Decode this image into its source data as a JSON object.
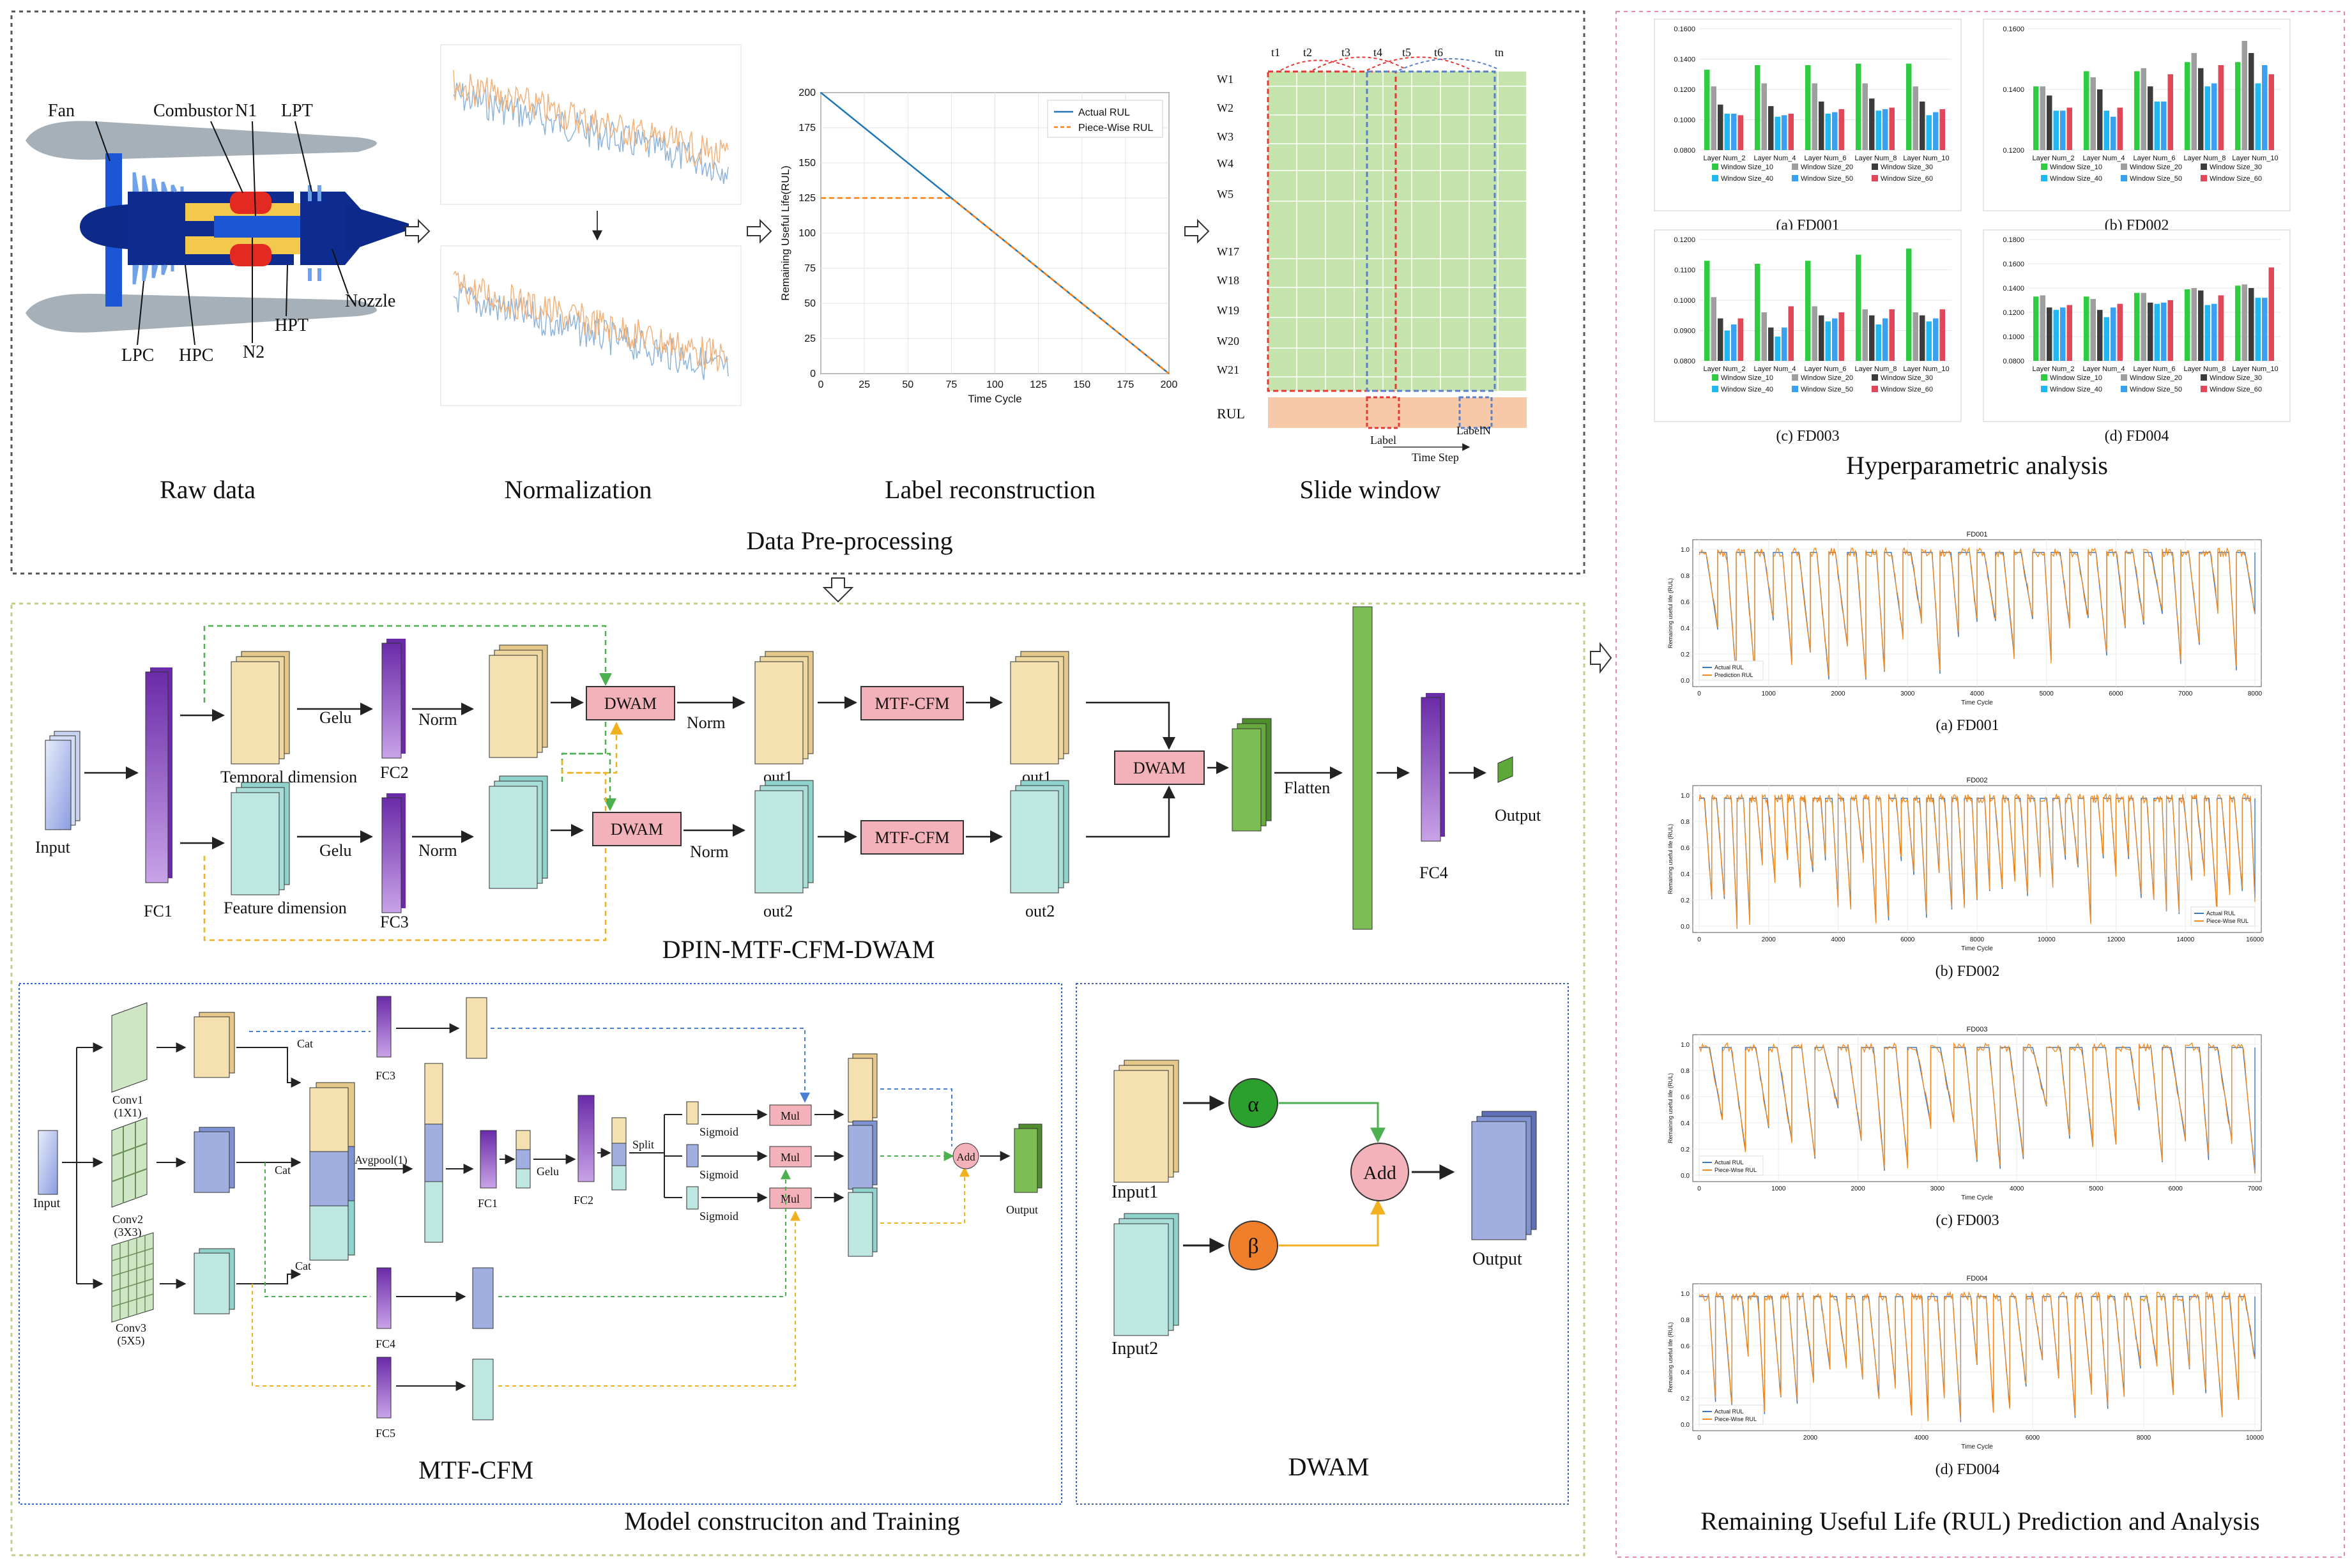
{
  "preproc": {
    "title": "Data Pre-processing",
    "raw": {
      "caption": "Raw data",
      "labels": {
        "fan": "Fan",
        "combustor": "Combustor",
        "n1": "N1",
        "lpt": "LPT",
        "nozzle": "Nozzle",
        "hpt": "HPT",
        "n2": "N2",
        "hpc": "HPC",
        "lpc": "LPC"
      }
    },
    "normalization": {
      "caption": "Normalization"
    },
    "label": {
      "caption": "Label reconstruction",
      "ylabel": "Remaining Useful Life(RUL)",
      "xlabel": "Time Cycle",
      "legend": [
        "Actual RUL",
        "Piece-Wise RUL"
      ]
    },
    "slide": {
      "caption": "Slide window",
      "top_labels": [
        "t1",
        "t2",
        "t3",
        "t4",
        "t5",
        "t6",
        "tn"
      ],
      "rows": [
        "W1",
        "W2",
        "W3",
        "W4",
        "W5",
        "W17",
        "W18",
        "W19",
        "W20",
        "W21"
      ],
      "rul": "RUL",
      "label1": "Label",
      "label2": "LabelN",
      "timestep": "Time Step"
    }
  },
  "chart_data": [
    {
      "type": "line",
      "title": "",
      "xlabel": "Time Cycle",
      "ylabel": "Remaining Useful Life(RUL)",
      "xlim": [
        0,
        200
      ],
      "ylim": [
        0,
        200
      ],
      "xticks": [
        0,
        25,
        50,
        75,
        100,
        125,
        150,
        175,
        200
      ],
      "yticks": [
        0,
        25,
        50,
        75,
        100,
        125,
        150,
        175,
        200
      ],
      "legend": "top-right",
      "series": [
        {
          "name": "Actual RUL",
          "color": "#1f77b4",
          "x": [
            0,
            200
          ],
          "y": [
            200,
            0
          ]
        },
        {
          "name": "Piece-Wise RUL",
          "color": "#ff7f0e",
          "x": [
            0,
            75,
            200
          ],
          "y": [
            125,
            125,
            0
          ]
        }
      ]
    },
    {
      "type": "bar",
      "caption": "(a) FD001",
      "categories": [
        "Layer Num_2",
        "Layer Num_4",
        "Layer Num_6",
        "Layer Num_8",
        "Layer Num_10"
      ],
      "ylim": [
        0.08,
        0.16
      ],
      "yticks": [
        "0.1600",
        "0.1400",
        "0.1200",
        "0.1000",
        "0.0800"
      ],
      "legend_items": [
        "Window Size_10",
        "Window Size_20",
        "Window Size_30",
        "Window Size_40",
        "Window Size_50",
        "Window Size_60"
      ],
      "colors": [
        "#2ecc40",
        "#9e9e9e",
        "#3c3c3c",
        "#1fb8f5",
        "#3aa0f0",
        "#e0485a"
      ],
      "series": [
        {
          "name": "Window Size_10",
          "values": [
            0.133,
            0.136,
            0.136,
            0.137,
            0.137
          ]
        },
        {
          "name": "Window Size_20",
          "values": [
            0.122,
            0.124,
            0.124,
            0.124,
            0.122
          ]
        },
        {
          "name": "Window Size_30",
          "values": [
            0.11,
            0.109,
            0.112,
            0.114,
            0.112
          ]
        },
        {
          "name": "Window Size_40",
          "values": [
            0.104,
            0.102,
            0.104,
            0.106,
            0.103
          ]
        },
        {
          "name": "Window Size_50",
          "values": [
            0.104,
            0.103,
            0.105,
            0.107,
            0.105
          ]
        },
        {
          "name": "Window Size_60",
          "values": [
            0.103,
            0.104,
            0.107,
            0.108,
            0.107
          ]
        }
      ]
    },
    {
      "type": "bar",
      "caption": "(b) FD002",
      "categories": [
        "Layer Num_2",
        "Layer Num_4",
        "Layer Num_6",
        "Layer Num_8",
        "Layer Num_10"
      ],
      "ylim": [
        0.12,
        0.16
      ],
      "yticks": [
        "0.1600",
        "0.1400",
        "0.1200"
      ],
      "legend_items": [
        "Window Size_10",
        "Window Size_20",
        "Window Size_30",
        "Window Size_40",
        "Window Size_50",
        "Window Size_60"
      ],
      "colors": [
        "#2ecc40",
        "#9e9e9e",
        "#3c3c3c",
        "#1fb8f5",
        "#3aa0f0",
        "#e0485a"
      ],
      "series": [
        {
          "name": "Window Size_10",
          "values": [
            0.141,
            0.146,
            0.146,
            0.149,
            0.149
          ]
        },
        {
          "name": "Window Size_20",
          "values": [
            0.141,
            0.144,
            0.147,
            0.152,
            0.156
          ]
        },
        {
          "name": "Window Size_30",
          "values": [
            0.138,
            0.14,
            0.141,
            0.147,
            0.152
          ]
        },
        {
          "name": "Window Size_40",
          "values": [
            0.133,
            0.133,
            0.136,
            0.141,
            0.142
          ]
        },
        {
          "name": "Window Size_50",
          "values": [
            0.133,
            0.131,
            0.136,
            0.142,
            0.148
          ]
        },
        {
          "name": "Window Size_60",
          "values": [
            0.134,
            0.134,
            0.145,
            0.148,
            0.145
          ]
        }
      ]
    },
    {
      "type": "bar",
      "caption": "(c) FD003",
      "categories": [
        "Layer Num_2",
        "Layer Num_4",
        "Layer Num_6",
        "Layer Num_8",
        "Layer Num_10"
      ],
      "ylim": [
        0.08,
        0.12
      ],
      "yticks": [
        "0.1200",
        "0.1100",
        "0.1000",
        "0.0900",
        "0.0800"
      ],
      "legend_items": [
        "Window Size_10",
        "Window Size_20",
        "Window Size_30",
        "Window Size_40",
        "Window Size_50",
        "Window Size_60"
      ],
      "colors": [
        "#2ecc40",
        "#9e9e9e",
        "#3c3c3c",
        "#1fb8f5",
        "#3aa0f0",
        "#e0485a"
      ],
      "series": [
        {
          "name": "Window Size_10",
          "values": [
            0.113,
            0.112,
            0.113,
            0.115,
            0.117
          ]
        },
        {
          "name": "Window Size_20",
          "values": [
            0.101,
            0.096,
            0.098,
            0.097,
            0.096
          ]
        },
        {
          "name": "Window Size_30",
          "values": [
            0.094,
            0.091,
            0.095,
            0.095,
            0.095
          ]
        },
        {
          "name": "Window Size_40",
          "values": [
            0.09,
            0.088,
            0.093,
            0.092,
            0.093
          ]
        },
        {
          "name": "Window Size_50",
          "values": [
            0.092,
            0.091,
            0.094,
            0.094,
            0.094
          ]
        },
        {
          "name": "Window Size_60",
          "values": [
            0.094,
            0.098,
            0.096,
            0.097,
            0.097
          ]
        }
      ]
    },
    {
      "type": "bar",
      "caption": "(d) FD004",
      "categories": [
        "Layer Num_2",
        "Layer Num_4",
        "Layer Num_6",
        "Layer Num_8",
        "Layer Num_10"
      ],
      "ylim": [
        0.08,
        0.18
      ],
      "yticks": [
        "0.1800",
        "0.1600",
        "0.1400",
        "0.1200",
        "0.1000",
        "0.0800"
      ],
      "legend_items": [
        "Window Size_10",
        "Window Size_20",
        "Window Size_30",
        "Window Size_40",
        "Window Size_50",
        "Window Size_60"
      ],
      "colors": [
        "#2ecc40",
        "#9e9e9e",
        "#3c3c3c",
        "#1fb8f5",
        "#3aa0f0",
        "#e0485a"
      ],
      "series": [
        {
          "name": "Window Size_10",
          "values": [
            0.133,
            0.133,
            0.136,
            0.139,
            0.142
          ]
        },
        {
          "name": "Window Size_20",
          "values": [
            0.134,
            0.131,
            0.136,
            0.14,
            0.143
          ]
        },
        {
          "name": "Window Size_30",
          "values": [
            0.124,
            0.122,
            0.128,
            0.138,
            0.14
          ]
        },
        {
          "name": "Window Size_40",
          "values": [
            0.122,
            0.116,
            0.127,
            0.126,
            0.132
          ]
        },
        {
          "name": "Window Size_50",
          "values": [
            0.124,
            0.124,
            0.128,
            0.127,
            0.132
          ]
        },
        {
          "name": "Window Size_60",
          "values": [
            0.126,
            0.127,
            0.13,
            0.134,
            0.157
          ]
        }
      ]
    },
    {
      "type": "line",
      "caption": "(a) FD001",
      "title": "FD001",
      "xlabel": "Time Cycle",
      "ylabel": "Remaining useful life (RUL)",
      "xticks": [
        "0",
        "1000",
        "2000",
        "3000",
        "4000",
        "5000",
        "6000",
        "7000",
        "8000"
      ],
      "yticks": [
        "1.0",
        "0.8",
        "0.6",
        "0.4",
        "0.2",
        "0.0"
      ],
      "legend": [
        "Actual RUL",
        "Prediction RUL"
      ],
      "legend_pos": "bottom-left",
      "dips": 30
    },
    {
      "type": "line",
      "caption": "(b) FD002",
      "title": "FD002",
      "xlabel": "Time Cycle",
      "ylabel": "Remaining useful life (RUL)",
      "xticks": [
        "0",
        "2000",
        "4000",
        "6000",
        "8000",
        "10000",
        "12000",
        "14000",
        "16000"
      ],
      "yticks": [
        "1.0",
        "0.8",
        "0.6",
        "0.4",
        "0.2",
        "0.0"
      ],
      "legend": [
        "Actual RUL",
        "Piece-Wise RUL"
      ],
      "legend_pos": "bottom-right",
      "dips": 44
    },
    {
      "type": "line",
      "caption": "(c) FD003",
      "title": "FD003",
      "xlabel": "Time Cycle",
      "ylabel": "Remaining useful life (RUL)",
      "xticks": [
        "0",
        "1000",
        "2000",
        "3000",
        "4000",
        "5000",
        "6000",
        "7000"
      ],
      "yticks": [
        "1.0",
        "0.8",
        "0.6",
        "0.4",
        "0.2",
        "0.0"
      ],
      "legend": [
        "Actual RUL",
        "Piece-Wise RUL"
      ],
      "legend_pos": "bottom-left",
      "dips": 24
    },
    {
      "type": "line",
      "caption": "(d) FD004",
      "title": "FD004",
      "xlabel": "Time Cycle",
      "ylabel": "Remaining useful life (RUL)",
      "xticks": [
        "0",
        "2000",
        "4000",
        "6000",
        "8000",
        "10000"
      ],
      "yticks": [
        "1.0",
        "0.8",
        "0.6",
        "0.4",
        "0.2",
        "0.0"
      ],
      "legend": [
        "Actual RUL",
        "Piece-Wise RUL"
      ],
      "legend_pos": "bottom-left",
      "dips": 34
    }
  ],
  "model": {
    "title": "Model construciton and Training",
    "main": {
      "title": "DPIN-MTF-CFM-DWAM",
      "input": "Input",
      "fc1": "FC1",
      "gelu": "Gelu",
      "norm": "Norm",
      "temporal": "Temporal dimension",
      "feature": "Feature dimension",
      "fc2": "FC2",
      "fc3": "FC3",
      "dwam": "DWAM",
      "mtf": "MTF-CFM",
      "out1": "out1",
      "out2": "out2",
      "flatten": "Flatten",
      "fc4": "FC4",
      "output": "Output"
    },
    "mtf": {
      "title": "MTF-CFM",
      "input": "Input",
      "conv1": "Conv1",
      "conv1k": "(1X1)",
      "conv2": "Conv2",
      "conv2k": "(3X3)",
      "conv3": "Conv3",
      "conv3k": "(5X5)",
      "cat": "Cat",
      "avgpool": "Avgpool(1)",
      "fc1": "FC1",
      "gelu": "Gelu",
      "fc2": "FC2",
      "split": "Split",
      "sigmoid": "Sigmoid",
      "mul": "Mul",
      "add": "Add",
      "output": "Output",
      "fc3": "FC3",
      "fc4": "FC4",
      "fc5": "FC5"
    },
    "dwam": {
      "title": "DWAM",
      "input1": "Input1",
      "input2": "Input2",
      "alpha": "α",
      "beta": "β",
      "add": "Add",
      "output": "Output"
    }
  },
  "right": {
    "hyper_title": "Hyperparametric analysis",
    "rul_title": "Remaining Useful Life (RUL) Prediction and Analysis"
  }
}
